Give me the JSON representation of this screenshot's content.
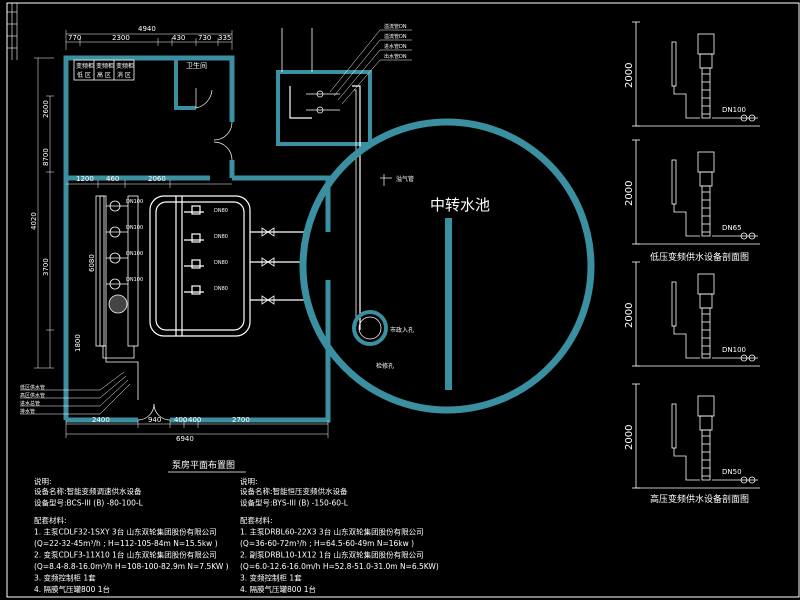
{
  "plan": {
    "title": "泵房平面布置图",
    "pool_label": "中转水池",
    "overflow_label": "溢气管",
    "inlet_label": "市政入孔",
    "manhole_label": "检修孔",
    "pipe_labels": [
      "DN100",
      "DN100",
      "DN100",
      "DN100"
    ],
    "pipe_labels_right": [
      "DN80",
      "DN80",
      "DN80",
      "DN80"
    ],
    "room_labels": [
      "变频柜",
      "变频柜",
      "变频柜"
    ],
    "room_sub": [
      "低 区",
      "高 区",
      "消 区"
    ],
    "wc_label": "卫生间",
    "top_dims": [
      "4940",
      "770",
      "2300",
      "430",
      "730",
      "335"
    ],
    "mid_dims": [
      "1200",
      "460",
      "2060"
    ],
    "bottom_dims": [
      "2400",
      "940",
      "400",
      "400",
      "2700"
    ],
    "bottom_total": "6940",
    "left_dims": [
      "4020",
      "2600",
      "8700",
      "3700",
      "1800",
      "6080"
    ],
    "legend_top": [
      "溢流管DN",
      "溢流管DN",
      "进水管DN",
      "出水管DN"
    ],
    "legend_bottom": [
      "低区供水管",
      "高区供水管",
      "进水总管",
      "排水管"
    ]
  },
  "sections": [
    {
      "label": "DN100",
      "height": "2000",
      "title": ""
    },
    {
      "label": "DN65",
      "height": "2000",
      "title": "低压变频供水设备剖面图"
    },
    {
      "label": "DN100",
      "height": "2000",
      "title": ""
    },
    {
      "label": "DN50",
      "height": "2000",
      "title": "高压变频供水设备剖面图"
    }
  ],
  "notes_left": {
    "heading": "说明:",
    "lines": [
      "设备名称:智能变频调速供水设备",
      "设备型号:BCS-III (B) -80-100-L",
      "配套材料:",
      "1. 主泵CDLF32-1SXY    3台   山东双轮集团股份有限公司",
      "(Q=22-32-45m³/h ; H=112-105-84m N=15.5kw )",
      "2. 变泵CDLF3-11X10    1台   山东双轮集团股份有限公司",
      "(Q=8.4-8.8-16.0m³/h   H=108-100-82.9m N=7.5KW )",
      "3. 变频控制柜            1套",
      "4. 隔膜气压罐800        1台"
    ]
  },
  "notes_right": {
    "heading": "说明:",
    "lines": [
      "设备名称:智能恒压变频供水设备",
      "设备型号:BYS-III (B) -150-60-L",
      "配套材料:",
      "1. 主泵DRBL60-22X3    3台   山东双轮集团股份有限公司",
      "(Q=36-60-72m³/h ; H=64.5-60-49m N=16kw )",
      "2. 副泵DRBL10-1X12    1台   山东双轮集团股份有限公司",
      "(Q=6.0-12.6-16.0m/h    H=52.8-51.0-31.0m N=6.5KW)",
      "3. 变频控制柜            1套",
      "4. 隔膜气压罐800        1台"
    ]
  },
  "colors": {
    "wall": "#3a8fa0",
    "line": "#ffffff",
    "bg": "#000000"
  }
}
